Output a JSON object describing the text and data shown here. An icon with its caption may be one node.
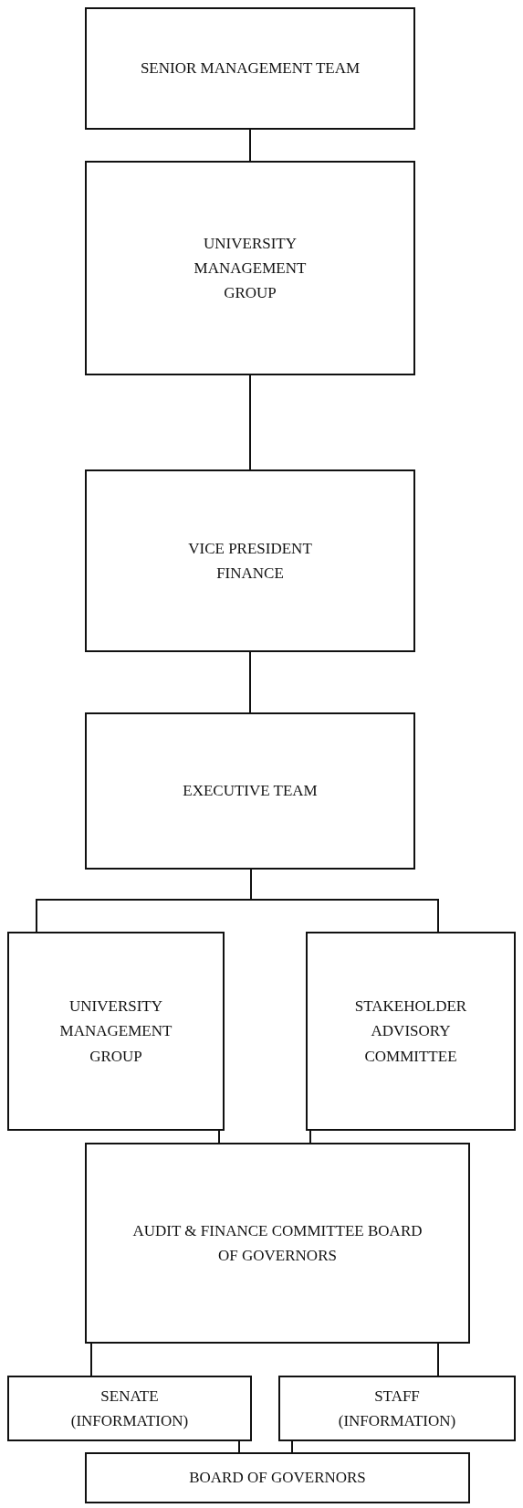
{
  "diagram": {
    "nodes": [
      {
        "text": [
          "SENIOR MANAGEMENT TEAM"
        ]
      },
      {
        "text": [
          "UNIVERSITY MANAGEMENT GROUP"
        ]
      },
      {
        "text": [
          "VICE PRESIDENT FINANCE"
        ]
      },
      {
        "text": [
          "EXECUTIVE TEAM"
        ]
      },
      {
        "text": [
          "UNIVERSITY MANAGEMENT GROUP"
        ]
      },
      {
        "text": [
          "STAKEHOLDER ADVISORY COMMITTEE"
        ]
      },
      {
        "text": [
          "AUDIT & FINANCE COMMITTEE BOARD OF GOVERNORS"
        ]
      },
      {
        "text": [
          "SENATE (INFORMATION)"
        ]
      },
      {
        "text": [
          "STAFF (INFORMATION)"
        ]
      },
      {
        "text": [
          "BOARD OF GOVERNORS"
        ]
      }
    ],
    "edges": [
      {
        "from": 0,
        "to": 1,
        "arrow": "none"
      },
      {
        "from": 1,
        "to": 2,
        "arrow": "none"
      },
      {
        "from": 2,
        "to": 3,
        "arrow": "none"
      },
      {
        "from": 3,
        "to": 4,
        "arrow": "none"
      },
      {
        "from": 3,
        "to": 5,
        "arrow": "none"
      },
      {
        "from": 4,
        "to": 6,
        "arrow": "none"
      },
      {
        "from": 5,
        "to": 6,
        "arrow": "none"
      },
      {
        "from": 6,
        "to": 7,
        "arrow": "none"
      },
      {
        "from": 6,
        "to": 8,
        "arrow": "none"
      },
      {
        "from": 7,
        "to": 9,
        "arrow": "none"
      },
      {
        "from": 8,
        "to": 9,
        "arrow": "none"
      }
    ]
  }
}
